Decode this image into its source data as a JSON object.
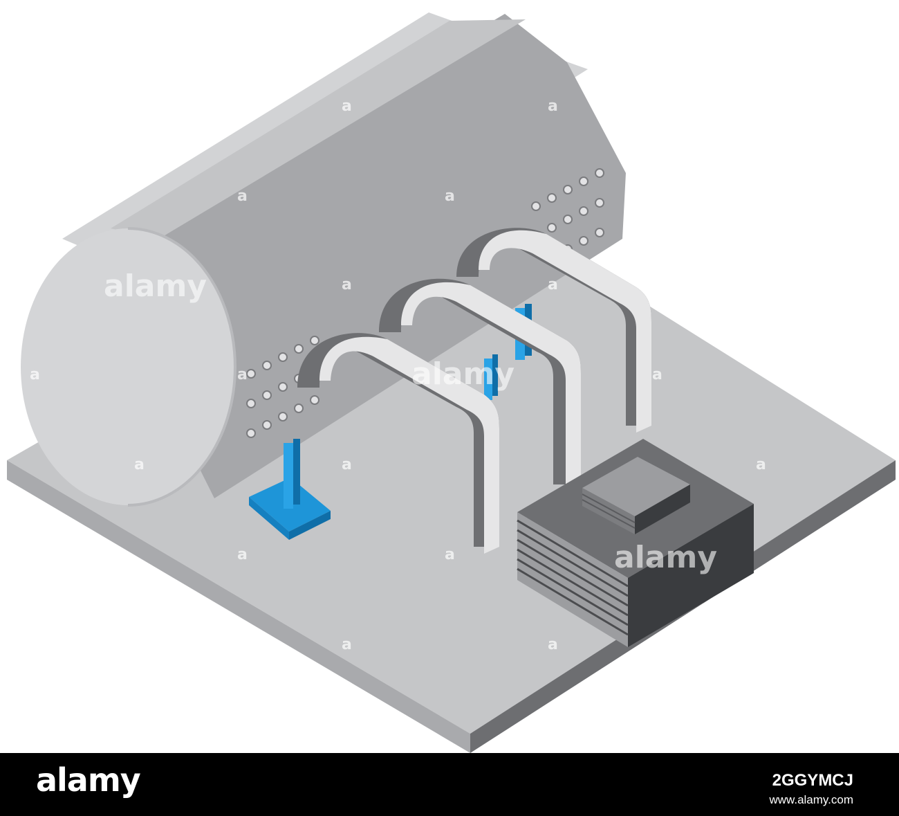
{
  "watermark": {
    "brand": "alamy",
    "mark": "a"
  },
  "footer": {
    "logo": "alamy",
    "image_id": "2GGYMCJ",
    "url": "www.alamy.com"
  },
  "colors": {
    "background": "#ffffff",
    "footer": "#000000",
    "accent_blue": "#1e90d6",
    "tank_light": "#cfd0d2",
    "tank_mid": "#a7a8ab",
    "platform_top": "#c6c7c9",
    "dark_box": "#3b3d40"
  },
  "icons": {
    "subject": "industrial-tank-with-pipes-icon"
  }
}
